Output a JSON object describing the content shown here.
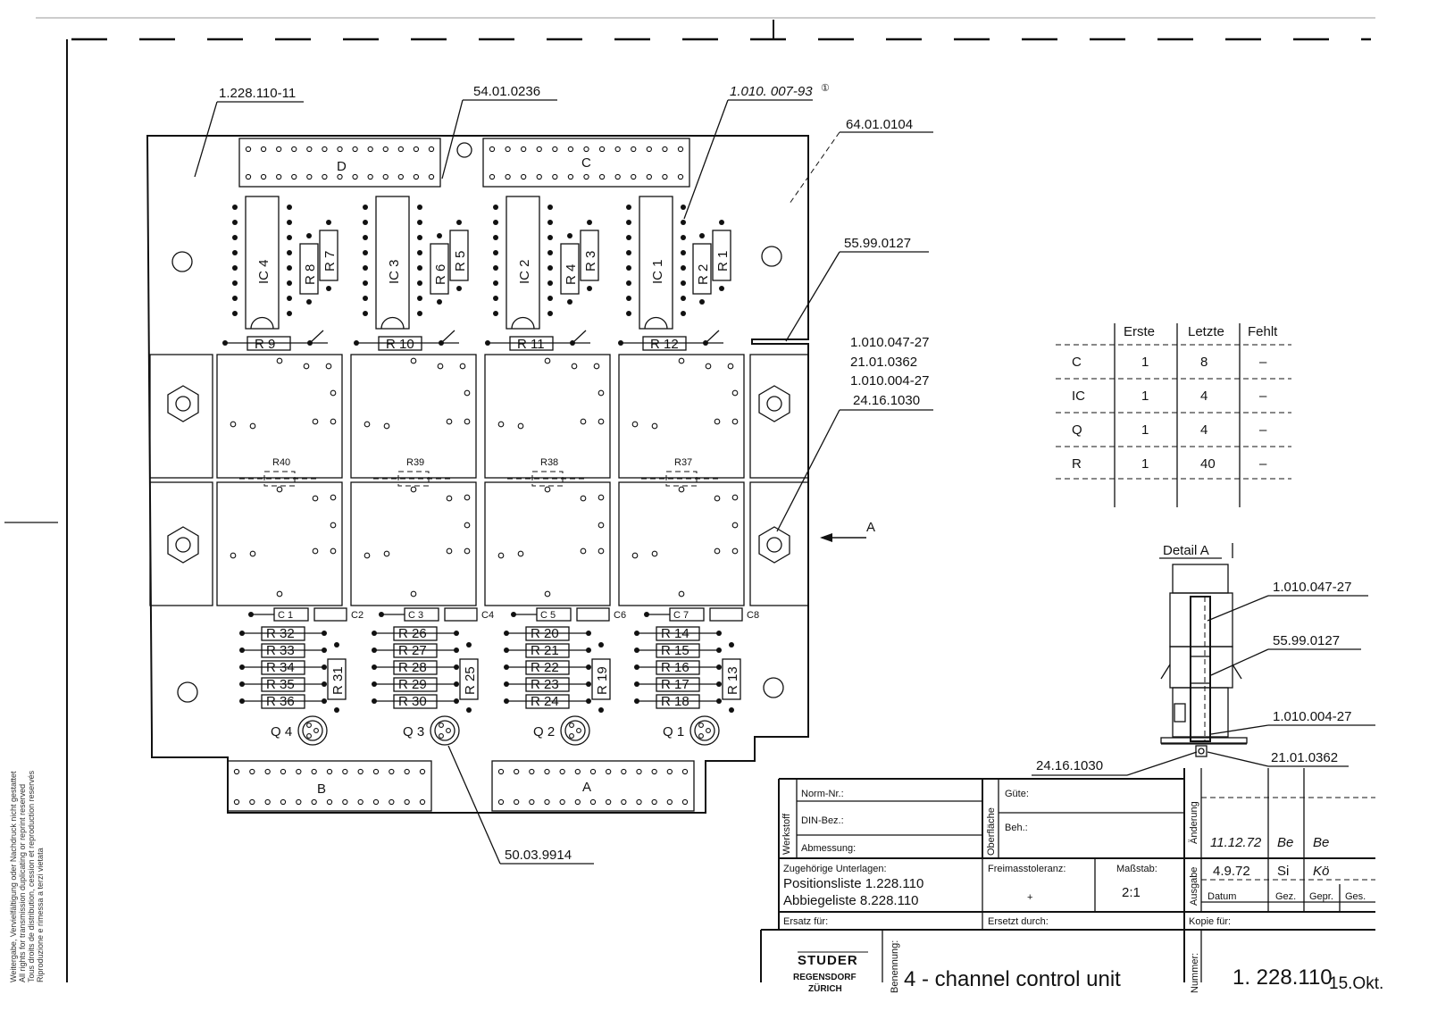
{
  "board": {
    "connectors": {
      "top_left": "D",
      "top_right": "C",
      "bottom_left": "B",
      "bottom_right": "A"
    },
    "ics": [
      "IC 4",
      "IC 3",
      "IC 2",
      "IC 1"
    ],
    "vertical_resistors": [
      "R 8",
      "R 7",
      "R 6",
      "R 5",
      "R 4",
      "R 3",
      "R 2",
      "R 1"
    ],
    "horizontal_resistors": [
      "R 9",
      "R 10",
      "R 11",
      "R 12"
    ],
    "module_resistors": [
      "R40",
      "R39",
      "R38",
      "R37"
    ],
    "capacitors": [
      "C 1",
      "C2",
      "C 3",
      "C4",
      "C 5",
      "C6",
      "C 7",
      "C8"
    ],
    "resistor_stacks": [
      [
        "R 32",
        "R 33",
        "R 34",
        "R 35",
        "R 36"
      ],
      [
        "R 26",
        "R 27",
        "R 28",
        "R 29",
        "R 30"
      ],
      [
        "R 20",
        "R 21",
        "R 22",
        "R 23",
        "R 24"
      ],
      [
        "R 14",
        "R 15",
        "R 16",
        "R 17",
        "R 18"
      ]
    ],
    "stack_side_resistors": [
      "R 31",
      "R 25",
      "R 19",
      "R 13"
    ],
    "transistors": [
      "Q 4",
      "Q 3",
      "Q 2",
      "Q 1"
    ],
    "arrow_label": "A"
  },
  "callouts": {
    "board_part": "1.228.110-11",
    "connector_part": "54.01.0236",
    "ic_socket_part": "1.010. 007-93",
    "ic_socket_note": "①",
    "spacer_part": "64.01.0104",
    "module_part": "55.99.0127",
    "hardware": [
      "1.010.047-27",
      "21.01.0362",
      "1.010.004-27",
      "24.16.1030"
    ],
    "transistor_part": "50.03.9914"
  },
  "parts_table": {
    "headers": [
      "Erste",
      "Letzte",
      "Fehlt"
    ],
    "rows": [
      {
        "ref": "C",
        "first": "1",
        "last": "8",
        "missing": "–"
      },
      {
        "ref": "IC",
        "first": "1",
        "last": "4",
        "missing": "–"
      },
      {
        "ref": "Q",
        "first": "1",
        "last": "4",
        "missing": "–"
      },
      {
        "ref": "R",
        "first": "1",
        "last": "40",
        "missing": "–"
      }
    ]
  },
  "detail": {
    "title": "Detail A",
    "labels": [
      "1.010.047-27",
      "55.99.0127",
      "1.010.004-27",
      "24.16.1030",
      "21.01.0362"
    ]
  },
  "title_block": {
    "werkstoff": "Werkstoff",
    "norm": "Norm-Nr.:",
    "din": "DIN-Bez.:",
    "abmessung": "Abmessung:",
    "oberflaeche": "Oberfläche",
    "guete": "Güte:",
    "beh": "Beh.:",
    "unterlagen_label": "Zugehörige Unterlagen:",
    "positionsliste": "Positionsliste  1.228.110",
    "abbiegeliste": "Abbiegeliste  8.228.110",
    "freimass_label": "Freimasstoleranz:",
    "freimass_value": "+",
    "massstab_label": "Maßstab:",
    "massstab_value": "2:1",
    "ersatz_fuer": "Ersatz für:",
    "ersetzt_durch": "Ersetzt durch:",
    "kopie_fuer": "Kopie für:",
    "aenderung": "Änderung",
    "ausgabe": "Ausgabe",
    "aenderung_date": "11.12.72",
    "aenderung_gez": "Be",
    "aenderung_gepr": "Be",
    "ausgabe_date": "4.9.72",
    "ausgabe_gez": "Si",
    "ausgabe_gepr": "Kö",
    "col_datum": "Datum",
    "col_gez": "Gez.",
    "col_gepr": "Gepr.",
    "col_ges": "Ges.",
    "company": "STUDER",
    "city1": "REGENSDORF",
    "city2": "ZÜRICH",
    "benennung_label": "Benennung:",
    "benennung": "4 - channel  control  unit",
    "nummer_label": "Nummer:",
    "nummer": "1. 228.110",
    "nummer_suffix": "15.Okt."
  },
  "margin_note": [
    "Weitergabe, Vervielfältigung oder Nachdruck nicht gestattet",
    "All rights for transmission duplicating or reprint reserved",
    "Tous droits de distribution, cession et reproduction reservés",
    "Riproduzione e rimessa a terzi vietata"
  ]
}
